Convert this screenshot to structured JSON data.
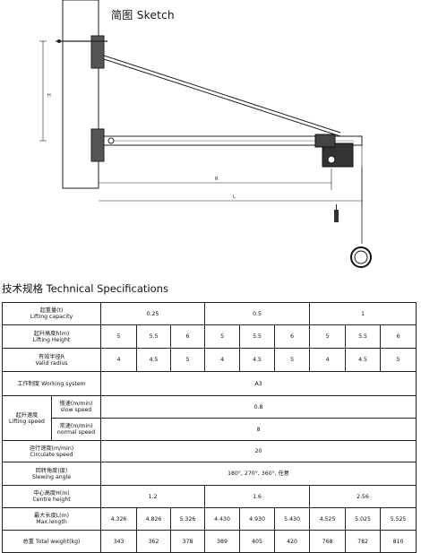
{
  "sketch": {
    "title": "简图 Sketch",
    "dim_h": "H",
    "dim_r": "R",
    "dim_l": "L"
  },
  "specs": {
    "title": "技术规格 Technical Specifications",
    "capacity": {
      "label_cn": "起重量(t)",
      "label_en": "Lifting capacity",
      "values": [
        "0.25",
        "0.5",
        "1"
      ]
    },
    "lifting_height": {
      "label_cn": "起升高度h(m)",
      "label_en": "Lifting Height",
      "values": [
        "5",
        "5.5",
        "6",
        "5",
        "5.5",
        "6",
        "5",
        "5.5",
        "6"
      ]
    },
    "radius": {
      "label_cn": "有效半径R",
      "label_en": "Valid radius",
      "values": [
        "4",
        "4.5",
        "5",
        "4",
        "4.5",
        "5",
        "4",
        "4.5",
        "5"
      ]
    },
    "working_system": {
      "label": "工作制度 Working system",
      "value": "A3"
    },
    "lifting_speed": {
      "label_cn": "起升速度",
      "label_en": "Lifting speed",
      "slow": {
        "label_cn": "慢速(m/min)",
        "label_en": "slow speed",
        "value": "0.8"
      },
      "normal": {
        "label_cn": "常速(m/min)",
        "label_en": "normal speed",
        "value": "8"
      }
    },
    "circulate_speed": {
      "label_cn": "运行速度(m/min)",
      "label_en": "Circulate speed",
      "value": "20"
    },
    "slewing_angle": {
      "label_cn": "回转角度(度)",
      "label_en": "Slewing angle",
      "value": "180°, 270°, 360°, 任意"
    },
    "centre_height": {
      "label_cn": "中心高度H(m)",
      "label_en": "Centre height",
      "values": [
        "1.2",
        "1.6",
        "2.56"
      ]
    },
    "max_length": {
      "label_cn": "最大长度L(m)",
      "label_en": "Max.length",
      "values": [
        "4.326",
        "4.826",
        "5.326",
        "4.430",
        "4.930",
        "5.430",
        "4.525",
        "5.025",
        "5.525"
      ]
    },
    "total_weight": {
      "label": "总重 Total weight(kg)",
      "values": [
        "343",
        "362",
        "378",
        "389",
        "405",
        "420",
        "768",
        "782",
        "810"
      ]
    }
  }
}
